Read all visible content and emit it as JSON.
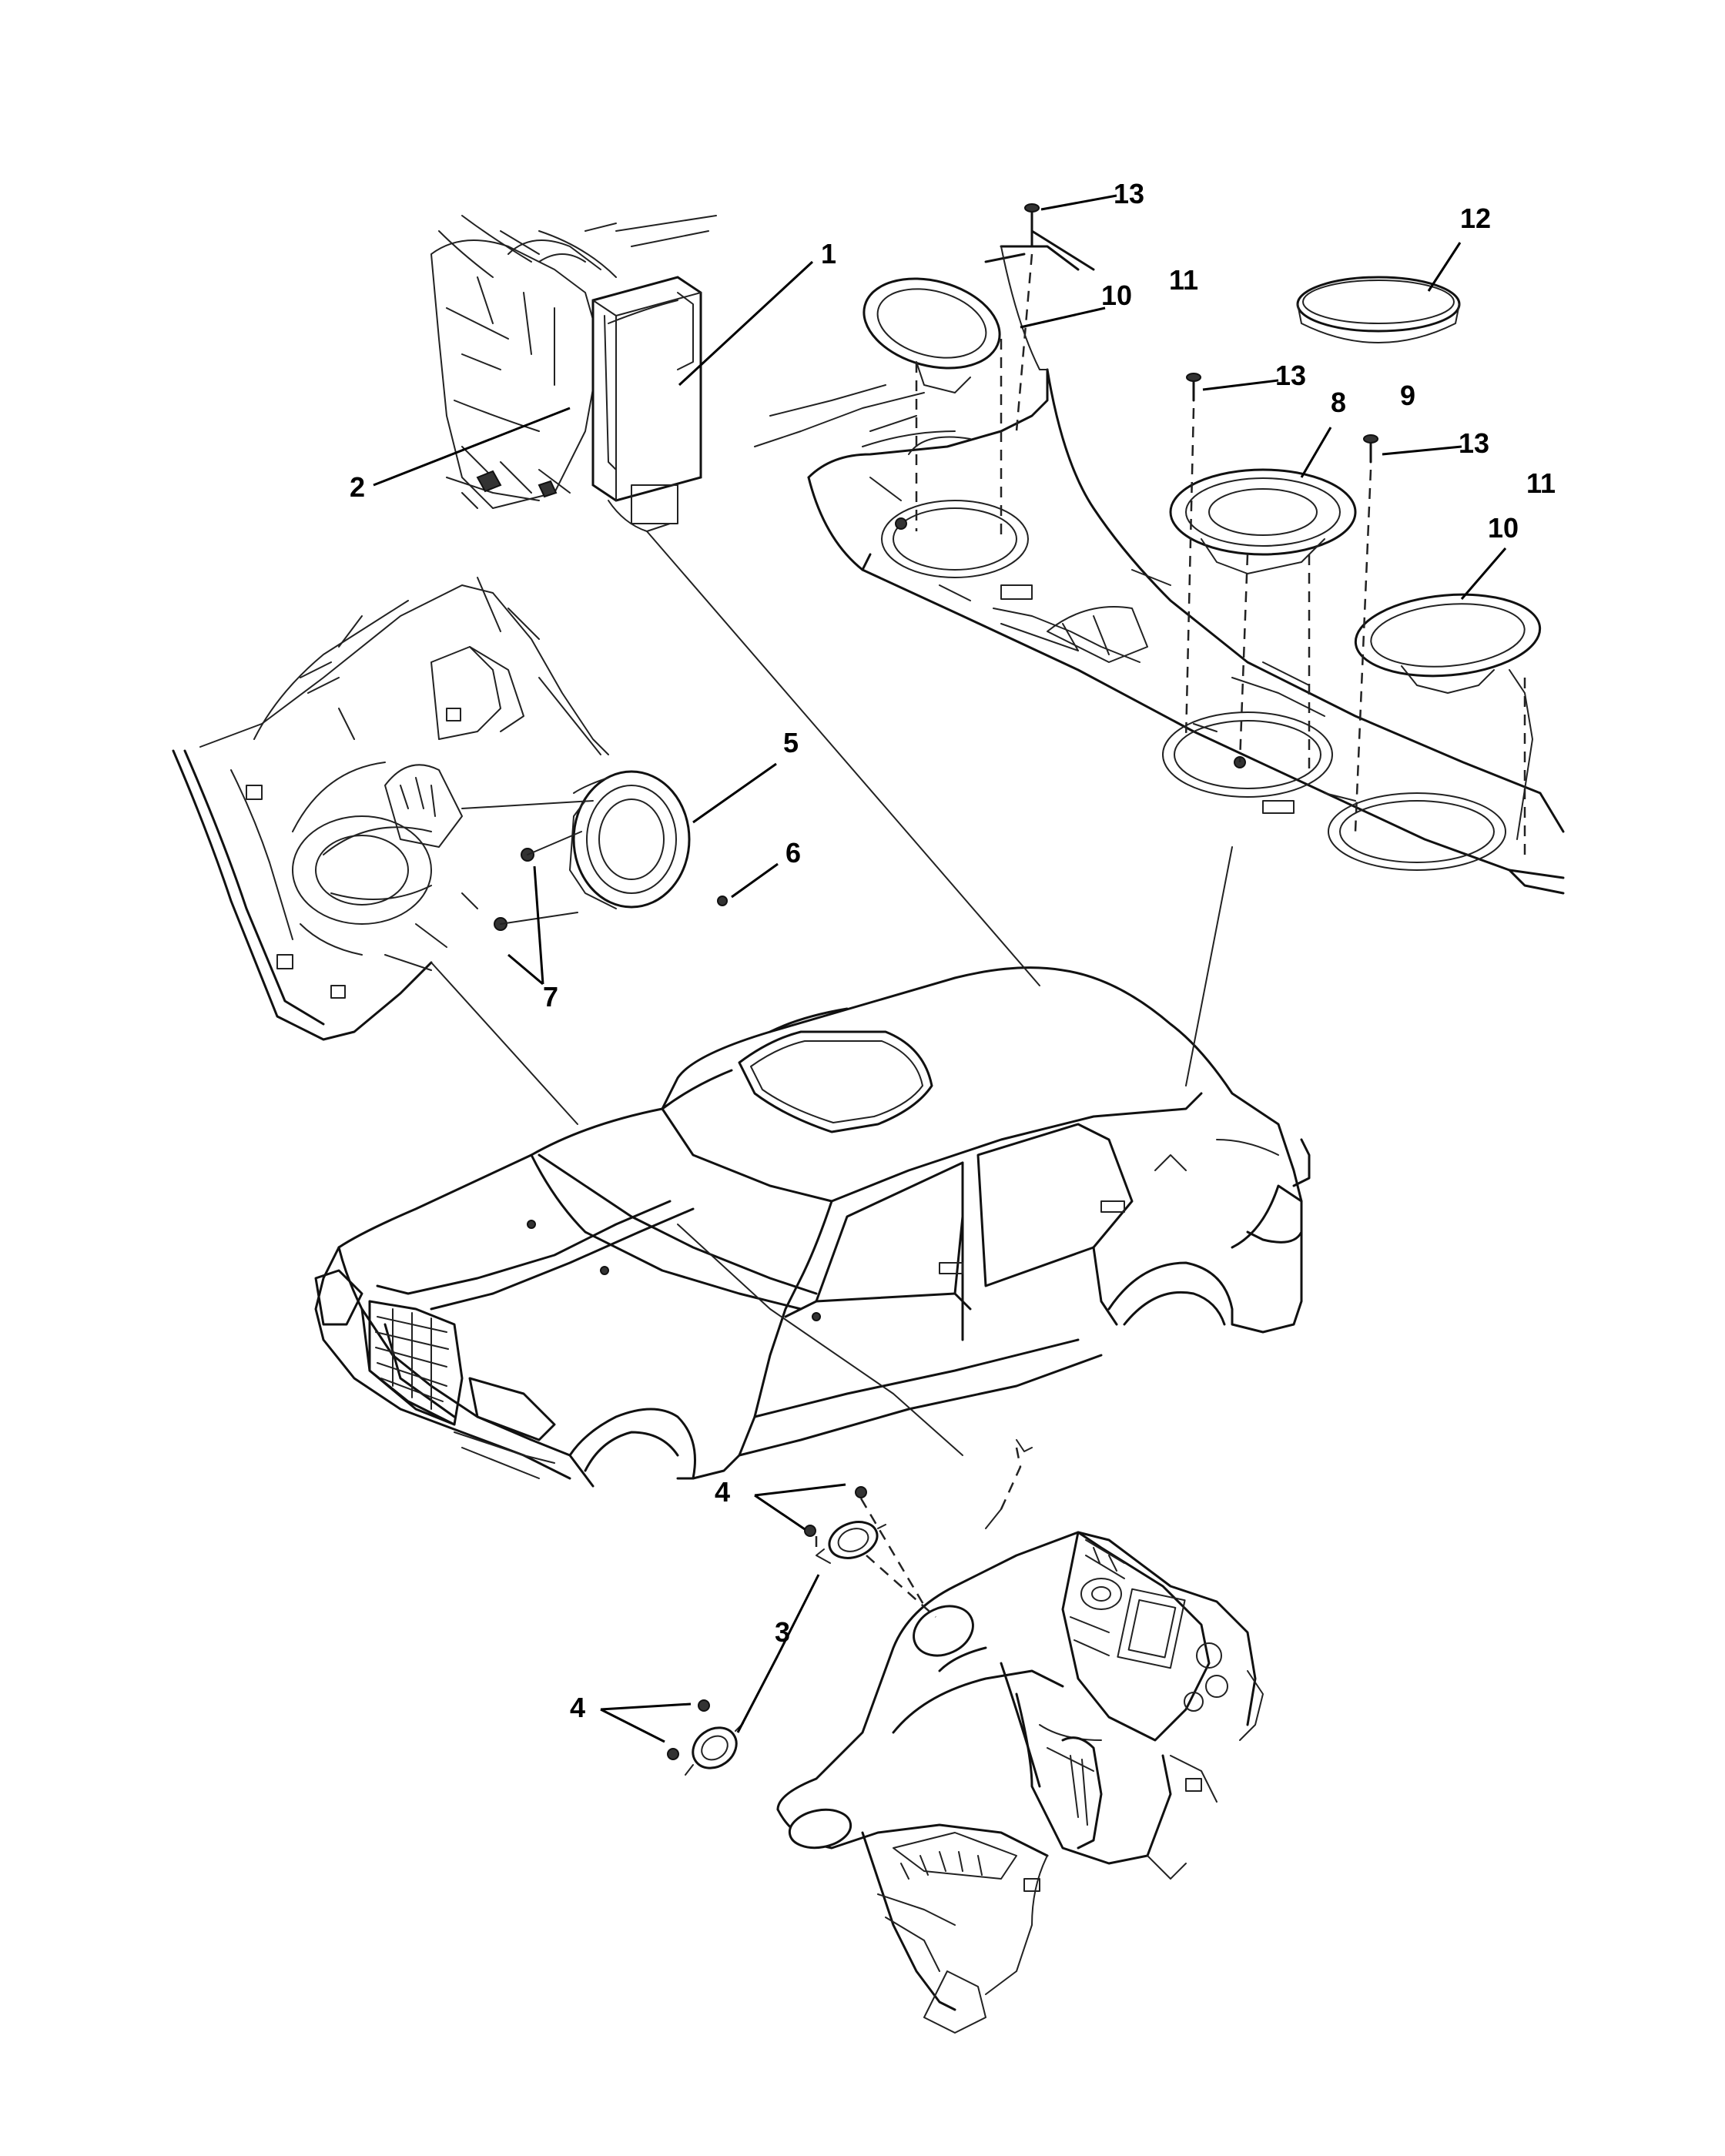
{
  "callouts": [
    {
      "id": "1",
      "text": "1"
    },
    {
      "id": "2",
      "text": "2"
    },
    {
      "id": "3",
      "text": "3"
    },
    {
      "id": "4a",
      "text": "4"
    },
    {
      "id": "4b",
      "text": "4"
    },
    {
      "id": "5",
      "text": "5"
    },
    {
      "id": "6",
      "text": "6"
    },
    {
      "id": "7",
      "text": "7"
    },
    {
      "id": "8",
      "text": "8"
    },
    {
      "id": "9",
      "text": "9"
    },
    {
      "id": "10a",
      "text": "10"
    },
    {
      "id": "10b",
      "text": "10"
    },
    {
      "id": "11a",
      "text": "11"
    },
    {
      "id": "11b",
      "text": "11"
    },
    {
      "id": "12",
      "text": "12"
    },
    {
      "id": "13a",
      "text": "13"
    },
    {
      "id": "13b",
      "text": "13"
    },
    {
      "id": "13c",
      "text": "13"
    }
  ]
}
